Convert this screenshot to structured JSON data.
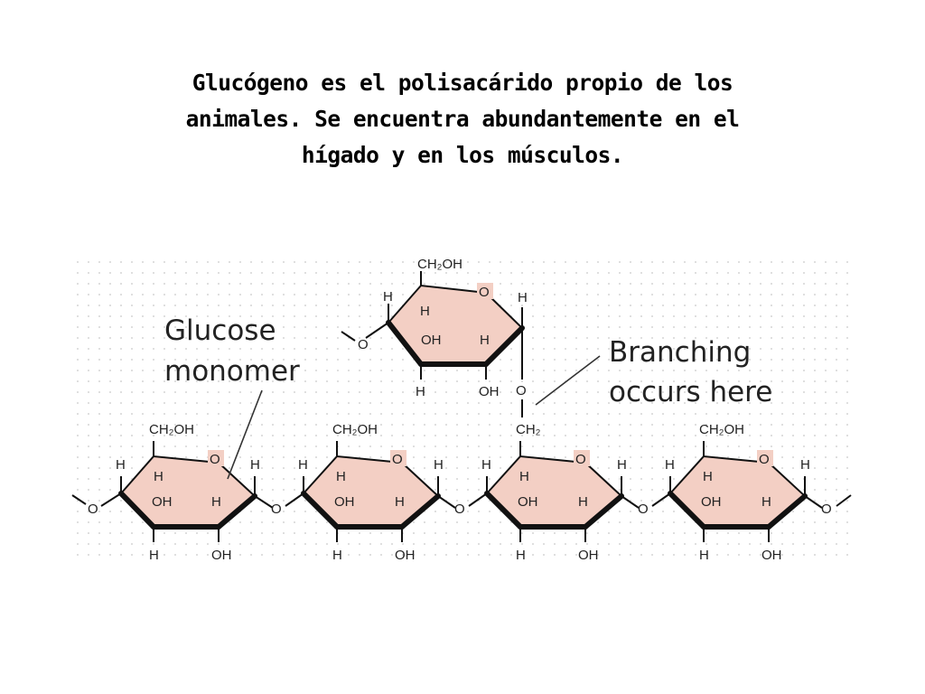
{
  "title": {
    "line1": "Glucógeno es el polisacárido propio de los",
    "line2": "animales. Se encuentra abundantemente en el",
    "line3": "hígado y en los músculos."
  },
  "diagram": {
    "callout_monomer": {
      "line1": "Glucose",
      "line2": "monomer"
    },
    "callout_branch": {
      "line1": "Branching",
      "line2": "occurs here"
    },
    "atoms": {
      "ch2oh": "CH₂OH",
      "ch2": "CH₂",
      "o": "O",
      "h": "H",
      "oh": "OH"
    },
    "colors": {
      "ring_fill": "#f3cfc4",
      "grid_dots": "#c8c8c8"
    }
  }
}
